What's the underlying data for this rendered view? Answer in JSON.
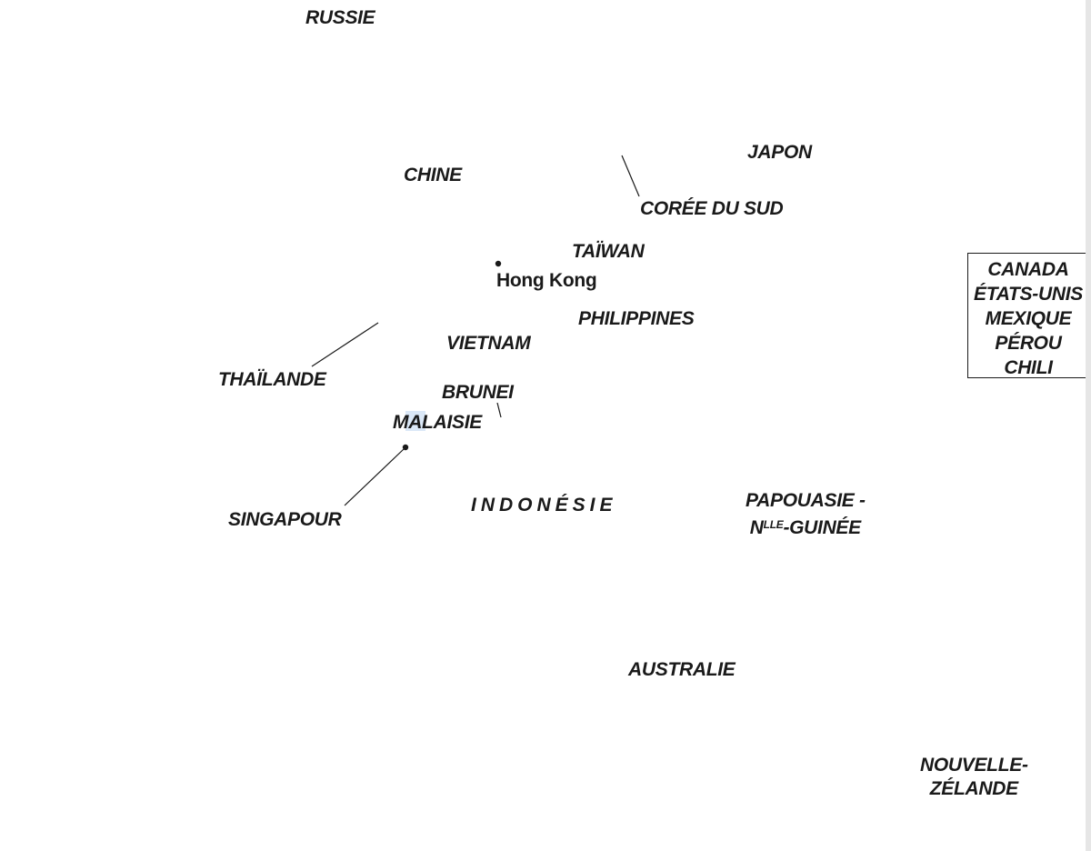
{
  "map": {
    "countries": {
      "russie": "RUSSIE",
      "chine": "CHINE",
      "japon": "JAPON",
      "coree_du_sud": "CORÉE DU SUD",
      "taiwan": "TAÏWAN",
      "philippines": "PHILIPPINES",
      "vietnam": "VIETNAM",
      "thailande": "THAÏLANDE",
      "brunei": "BRUNEI",
      "malaisie": "MALAISIE",
      "singapour": "SINGAPOUR",
      "indonesie": "INDONÉSIE",
      "papouasie_line1": "PAPOUASIE -",
      "papouasie_line2_a": "N",
      "papouasie_line2_sup": "LLE",
      "papouasie_line2_b": "-GUINÉE",
      "australie": "AUSTRALIE",
      "nouvelle_zelande_line1": "NOUVELLE-",
      "nouvelle_zelande_line2": "ZÉLANDE"
    },
    "cities": {
      "hong_kong": "Hong Kong"
    },
    "pacific_box": {
      "items": [
        "CANADA",
        "ÉTATS-UNIS",
        "MEXIQUE",
        "PÉROU",
        "CHILI"
      ]
    },
    "colors": {
      "ink": "#1a1a1a",
      "background": "#ffffff",
      "highlight": "#dbe8f7"
    }
  }
}
